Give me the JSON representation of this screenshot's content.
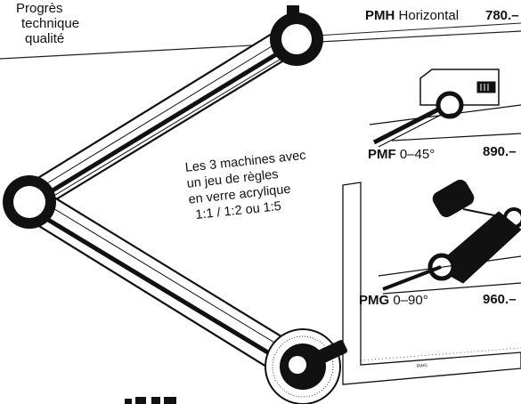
{
  "tagline": [
    "Progrès",
    "technique",
    "qualité"
  ],
  "description": [
    "Les 3 machines avec",
    "un jeu de règles",
    "en verre acrylique",
    "1:1 / 1:2 ou 1:5"
  ],
  "models": [
    {
      "code": "PMH",
      "range": "Horizontal",
      "price": "780.–"
    },
    {
      "code": "PMF",
      "range": "0–45°",
      "price": "890.–"
    },
    {
      "code": "PMG",
      "range": "0–90°",
      "price": "960.–"
    }
  ],
  "ruler_marking": "RWG"
}
